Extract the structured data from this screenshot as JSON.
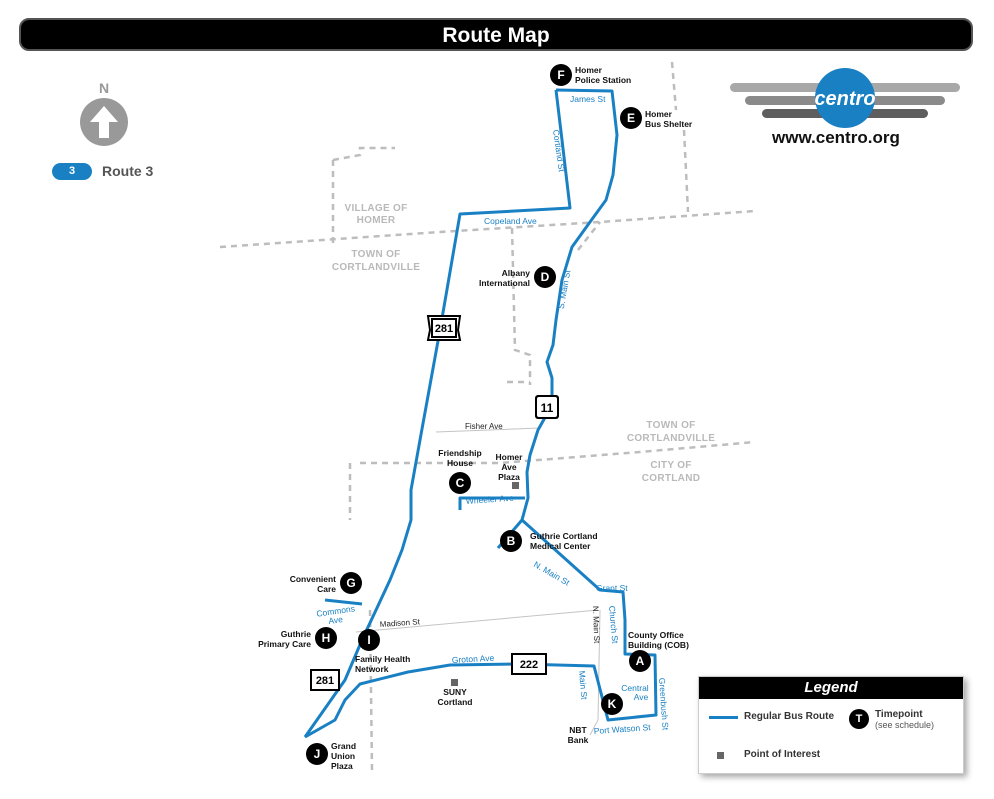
{
  "header": {
    "title": "Route Map"
  },
  "north": {
    "label": "N"
  },
  "route_badge": {
    "number": "3",
    "label": "Route 3"
  },
  "logo": {
    "name": "centro",
    "url": "www.centro.org"
  },
  "zones": {
    "village_homer": [
      "VILLAGE OF",
      "HOMER"
    ],
    "town_cortlandville_1": [
      "TOWN OF",
      "CORTLANDVILLE"
    ],
    "town_cortlandville_2": [
      "TOWN OF",
      "CORTLANDVILLE"
    ],
    "city_cortland": [
      "CITY OF",
      "CORTLAND"
    ]
  },
  "streets": {
    "james": "James St",
    "cortland": "Cortland St",
    "copeland": "Copeland Ave",
    "s_main": "S. Main St",
    "fisher": "Fisher Ave",
    "wheeler": "Wheeler Ave",
    "n_main": "N. Main St",
    "grant": "Grant St",
    "church": "Church St",
    "n_main_v": "N. Main St",
    "madison": "Madison St",
    "commons": [
      "Commons",
      "Ave"
    ],
    "groton": "Groton Ave",
    "main": "Main St",
    "central": [
      "Central",
      "Ave"
    ],
    "greenbush": "Greenbush St",
    "port_watson": "Port Watson St"
  },
  "shields": {
    "rt281_top": "281",
    "rt281_bottom": "281",
    "rt11": "11",
    "rt222": "222"
  },
  "timepoints": {
    "F": {
      "letter": "F",
      "label": [
        "Homer",
        "Police Station"
      ]
    },
    "E": {
      "letter": "E",
      "label": [
        "Homer",
        "Bus Shelter"
      ]
    },
    "D": {
      "letter": "D",
      "label": [
        "Albany",
        "International"
      ]
    },
    "C": {
      "letter": "C",
      "label": [
        "Friendship",
        "House"
      ]
    },
    "B": {
      "letter": "B",
      "label": [
        "Guthrie Cortland",
        "Medical Center"
      ]
    },
    "G": {
      "letter": "G",
      "label": [
        "Convenient",
        "Care"
      ]
    },
    "H": {
      "letter": "H",
      "label": [
        "Guthrie",
        "Primary Care"
      ]
    },
    "I": {
      "letter": "I",
      "label": [
        "Family Health",
        "Network"
      ]
    },
    "A": {
      "letter": "A",
      "label": [
        "County Office",
        "Building (COB)"
      ]
    },
    "K": {
      "letter": "K",
      "label": []
    },
    "J": {
      "letter": "J",
      "label": [
        "Grand",
        "Union",
        "Plaza"
      ]
    }
  },
  "pois": {
    "homer_ave_plaza": [
      "Homer",
      "Ave",
      "Plaza"
    ],
    "suny": [
      "SUNY",
      "Cortland"
    ],
    "nbt": [
      "NBT",
      "Bank"
    ]
  },
  "legend": {
    "title": "Legend",
    "route": "Regular Bus Route",
    "timepoint_icon": "T",
    "timepoint": "Timepoint",
    "timepoint_sub": "(see schedule)",
    "poi": "Point of Interest"
  },
  "colors": {
    "route": "#1a80c4",
    "boundary": "#bdbdbd",
    "timepoint": "#000000"
  }
}
